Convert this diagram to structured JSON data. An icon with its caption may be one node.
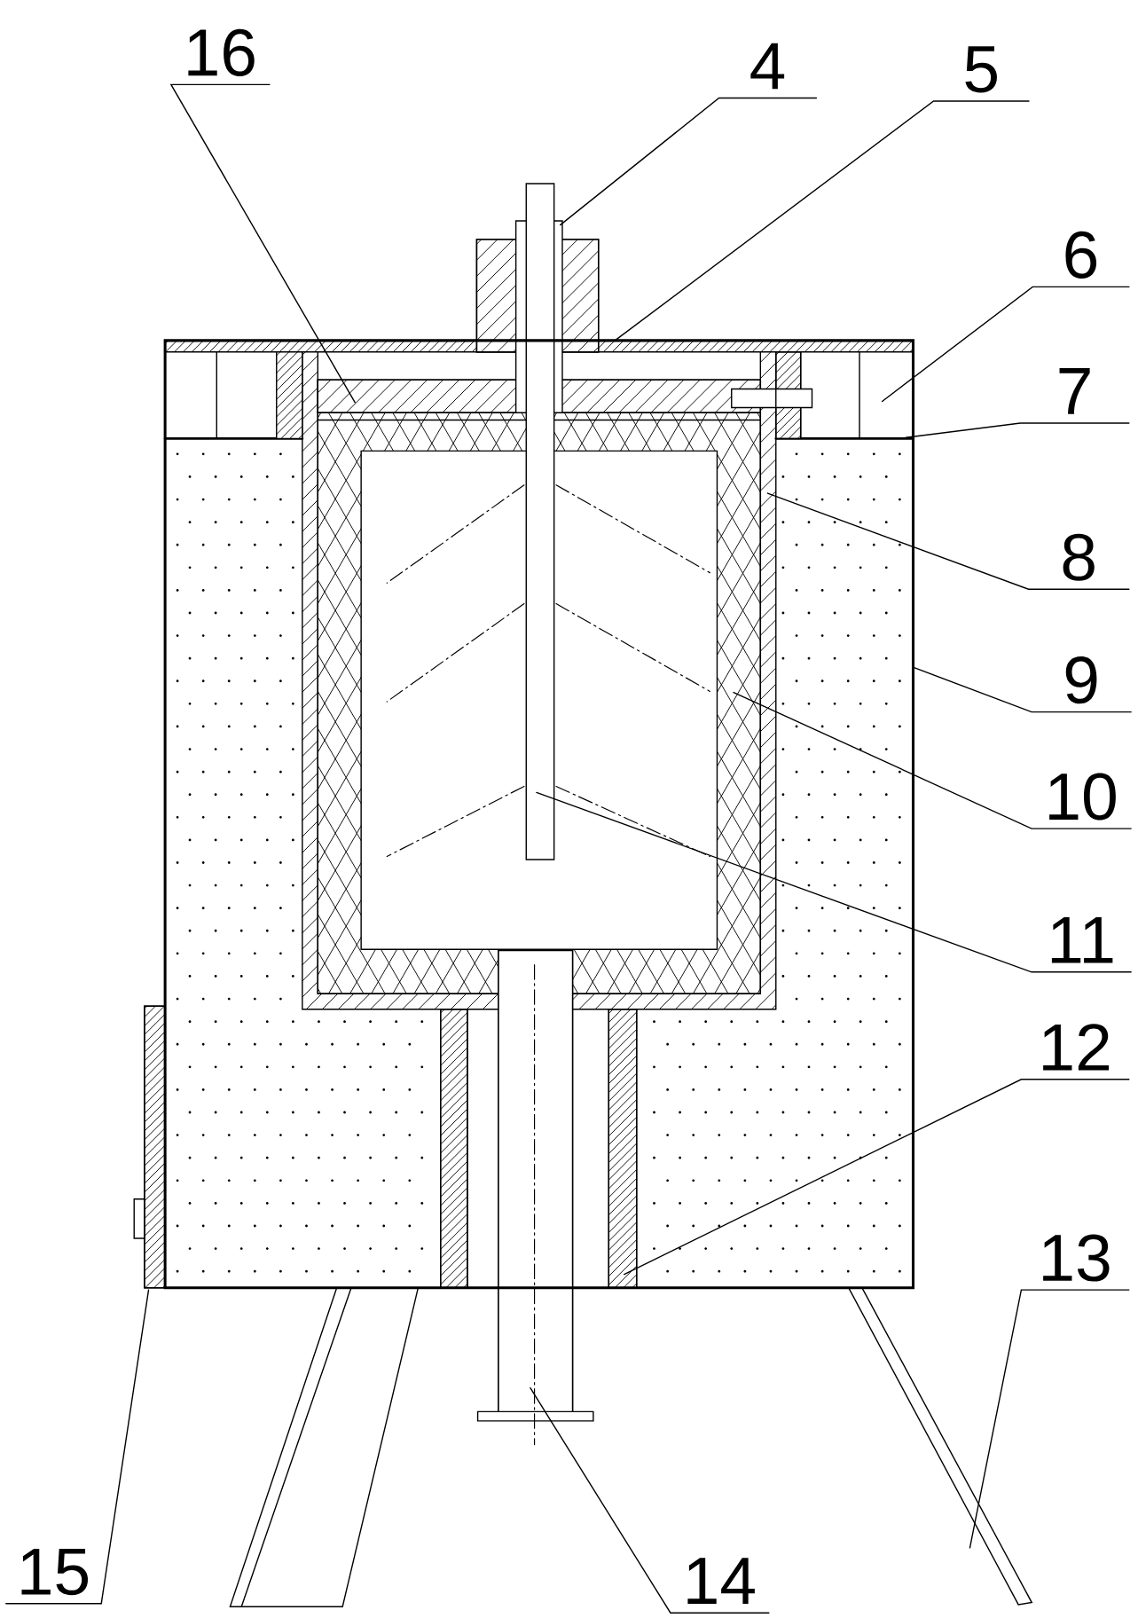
{
  "diagram": {
    "nodes": [
      {
        "text": [
          "16"
        ]
      },
      {
        "text": [
          "4"
        ]
      },
      {
        "text": [
          "5"
        ]
      },
      {
        "text": [
          "6"
        ]
      },
      {
        "text": [
          "7"
        ]
      },
      {
        "text": [
          "8"
        ]
      },
      {
        "text": [
          "9"
        ]
      },
      {
        "text": [
          "10"
        ]
      },
      {
        "text": [
          "11"
        ]
      },
      {
        "text": [
          "12"
        ]
      },
      {
        "text": [
          "13"
        ]
      },
      {
        "text": [
          "14"
        ]
      },
      {
        "text": [
          "15"
        ]
      }
    ],
    "edges": [
      {
        "from": 0,
        "to": null,
        "arrow": "none"
      },
      {
        "from": 1,
        "to": null,
        "arrow": "none"
      },
      {
        "from": 2,
        "to": null,
        "arrow": "none"
      },
      {
        "from": 3,
        "to": null,
        "arrow": "none"
      },
      {
        "from": 4,
        "to": null,
        "arrow": "none"
      },
      {
        "from": 5,
        "to": null,
        "arrow": "none"
      },
      {
        "from": 6,
        "to": null,
        "arrow": "none"
      },
      {
        "from": 7,
        "to": null,
        "arrow": "none"
      },
      {
        "from": 8,
        "to": null,
        "arrow": "none"
      },
      {
        "from": 9,
        "to": null,
        "arrow": "none"
      },
      {
        "from": 10,
        "to": null,
        "arrow": "none"
      },
      {
        "from": 11,
        "to": null,
        "arrow": "none"
      },
      {
        "from": 12,
        "to": null,
        "arrow": "none"
      }
    ]
  }
}
